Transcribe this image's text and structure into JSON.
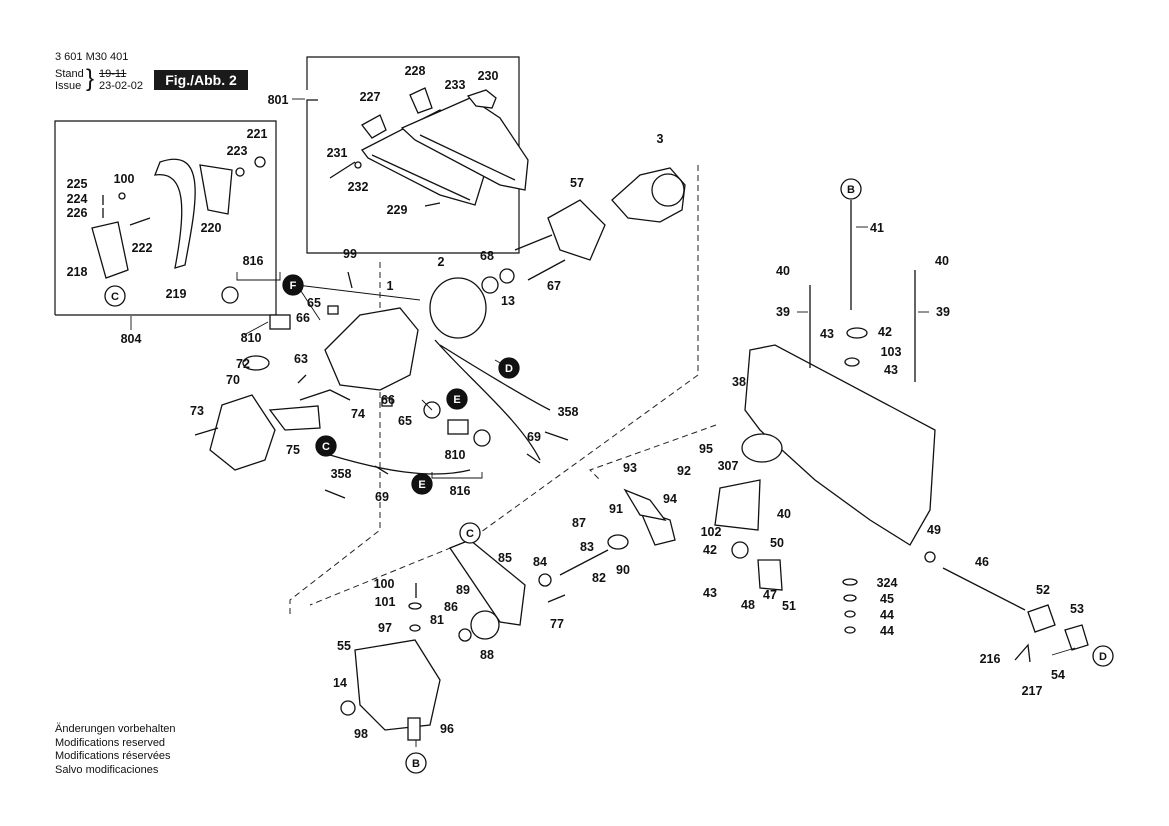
{
  "header": {
    "doc_number": "3 601 M30 401",
    "stand_label": "Stand",
    "issue_label": "Issue",
    "stand_date": "19-11",
    "issue_date": "23-02-02",
    "figure": "Fig./Abb. 2"
  },
  "notes": [
    "Änderungen vorbehalten",
    "Modifications reserved",
    "Modifications réservées",
    "Salvo modificaciones"
  ],
  "callouts": [
    "B",
    "B",
    "C",
    "C",
    "C",
    "D",
    "D",
    "E",
    "E",
    "F"
  ],
  "part_labels": [
    "801",
    "228",
    "233",
    "230",
    "227",
    "231",
    "232",
    "229",
    "221",
    "223",
    "225",
    "100",
    "224",
    "226",
    "222",
    "220",
    "218",
    "219",
    "804",
    "3",
    "57",
    "816",
    "99",
    "1",
    "2",
    "68",
    "13",
    "67",
    "65",
    "66",
    "810",
    "72",
    "63",
    "70",
    "73",
    "74",
    "66",
    "65",
    "75",
    "358",
    "69",
    "816",
    "810",
    "358",
    "69",
    "41",
    "40",
    "40",
    "39",
    "39",
    "43",
    "42",
    "103",
    "43",
    "38",
    "95",
    "92",
    "93",
    "94",
    "91",
    "307",
    "87",
    "83",
    "84",
    "82",
    "90",
    "85",
    "102",
    "42",
    "50",
    "43",
    "48",
    "47",
    "51",
    "40",
    "49",
    "46",
    "324",
    "45",
    "44",
    "44",
    "52",
    "53",
    "216",
    "54",
    "217",
    "100",
    "89",
    "86",
    "101",
    "97",
    "81",
    "88",
    "77",
    "55",
    "14",
    "98",
    "96"
  ]
}
